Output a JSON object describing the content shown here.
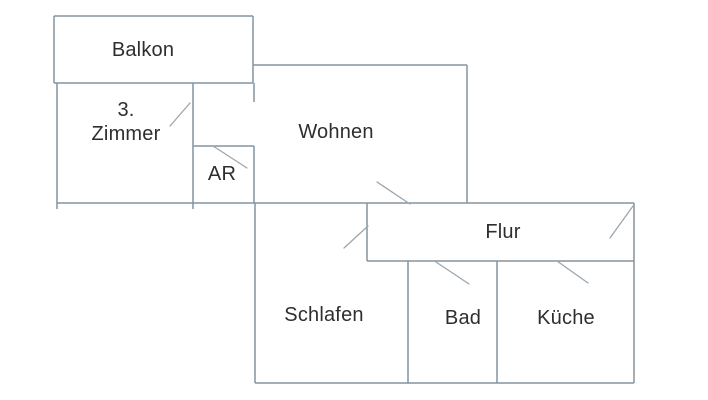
{
  "colors": {
    "wall": "#8394a0",
    "door": "#9aa7b0",
    "text": "#2e2e2e",
    "background": "#ffffff"
  },
  "rooms": {
    "balkon": {
      "label": "Balkon"
    },
    "third_room": {
      "line1": "3.",
      "line2": "Zimmer"
    },
    "wohnen": {
      "label": "Wohnen"
    },
    "ar": {
      "label": "AR"
    },
    "flur": {
      "label": "Flur"
    },
    "schlafen": {
      "label": "Schlafen"
    },
    "bad": {
      "label": "Bad"
    },
    "kueche": {
      "label": "Küche"
    }
  }
}
